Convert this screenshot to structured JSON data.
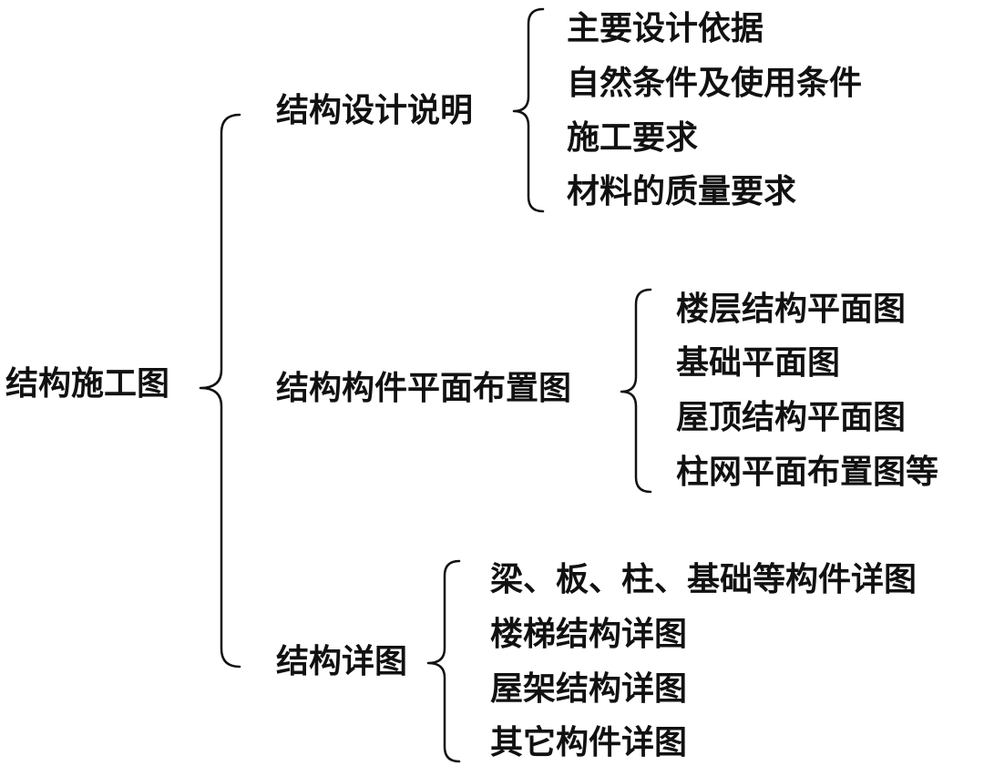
{
  "root": {
    "label": "结构施工图"
  },
  "branches": [
    {
      "label": "结构设计说明",
      "items": [
        "主要设计依据",
        "自然条件及使用条件",
        "施工要求",
        "材料的质量要求"
      ]
    },
    {
      "label": "结构构件平面布置图",
      "items": [
        "楼层结构平面图",
        "基础平面图",
        "屋顶结构平面图",
        "柱网平面布置图等"
      ]
    },
    {
      "label": "结构详图",
      "items": [
        "梁、板、柱、基础等构件详图",
        "楼梯结构详图",
        "屋架结构详图",
        "其它构件详图"
      ]
    }
  ]
}
